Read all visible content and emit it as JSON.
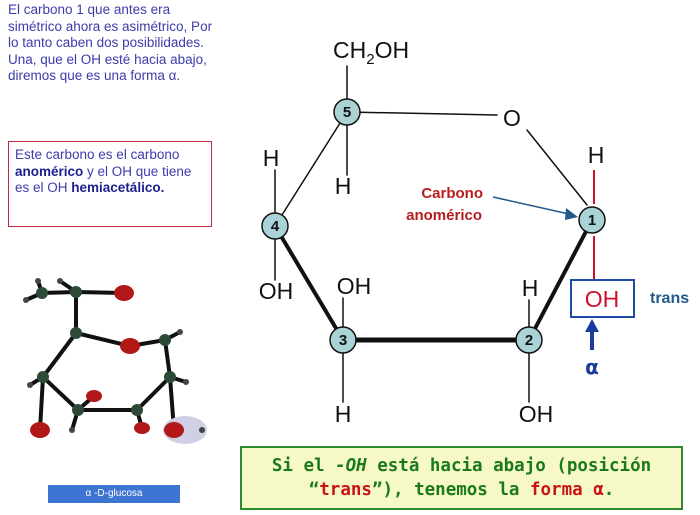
{
  "intro_text": "El carbono 1 que antes era simétrico ahora es asimétrico, Por lo tanto caben dos posibilidades. Una, que el OH esté hacia abajo, diremos que es una forma α.",
  "anomer_box": {
    "part1": "Este carbono es el carbono ",
    "bold1": "anomérico",
    "part2": " y el OH que tiene es el OH ",
    "bold2": "hemiacetálico."
  },
  "molecule_label": "α -D-glucosa",
  "diagram": {
    "ch2oh": "CH",
    "ch2oh_sub": "2",
    "ch2oh_end": "OH",
    "ring_o": "O",
    "h": "H",
    "oh": "OH",
    "carbon_numbers": [
      "1",
      "2",
      "3",
      "4",
      "5"
    ],
    "anomeric_label_line1": "Carbono",
    "anomeric_label_line2": "anomérico",
    "trans_label": "trans",
    "alpha_label": "α"
  },
  "conclusion": {
    "p1": "Si el ",
    "p1_ital": "-OH",
    "p1b": " está hacia abajo (posición",
    "p2a": "“",
    "p2_hl": "trans",
    "p2b": "”), tenemos la ",
    "p2_hl2": "forma α",
    "p2c": "."
  },
  "colors": {
    "text_blue": "#3c3caa",
    "red_box": "#c8283c",
    "anomeric_red": "#b81c1c",
    "trans_blue": "#1e5a8c",
    "arrow_blue": "#1c3c9c",
    "conclusion_green": "#1a7a1a",
    "conclusion_bg": "#f7f8c8",
    "node_fill": "#a9d3d6",
    "atom_red": "#b21818",
    "atom_green": "#2c4a36"
  }
}
